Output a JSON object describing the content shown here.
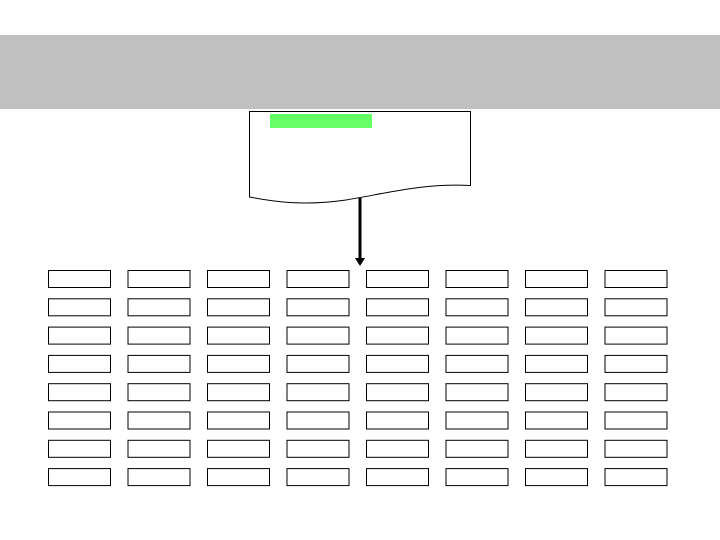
{
  "colors": {
    "background": "#ffffff",
    "banner": "#c0c0c0",
    "highlight": "#66ff66",
    "stroke": "#000000"
  },
  "document_node": {
    "shape": "document",
    "highlight_bar": "green"
  },
  "connector": {
    "direction": "down",
    "icon": "arrow-down-icon"
  },
  "grid": {
    "rows": 8,
    "columns": 8
  }
}
